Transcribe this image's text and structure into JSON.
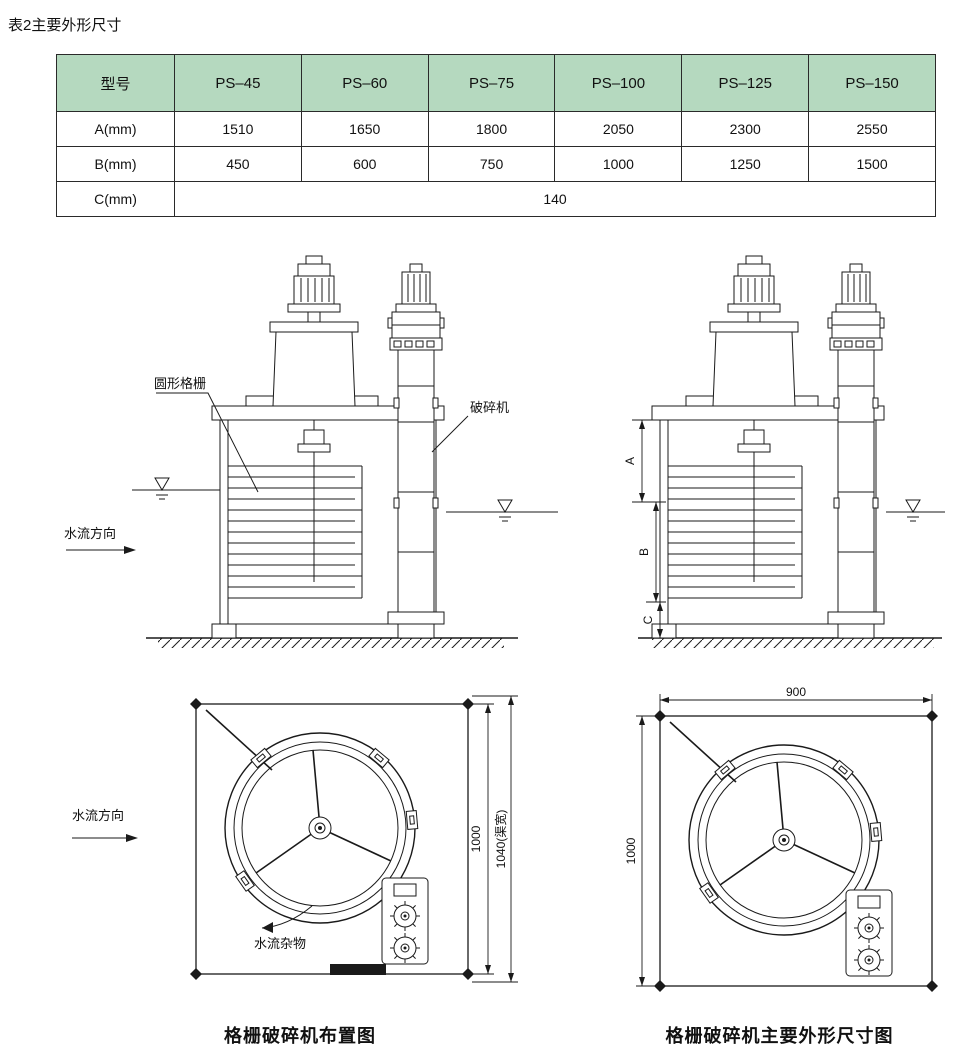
{
  "page": {
    "title": "表2主要外形尺寸"
  },
  "table": {
    "header_bg": "#b5d9bf",
    "headers": [
      "型号",
      "PS–45",
      "PS–60",
      "PS–75",
      "PS–100",
      "PS–125",
      "PS–150"
    ],
    "row_a": {
      "label": "A(mm)",
      "values": [
        "1510",
        "1650",
        "1800",
        "2050",
        "2300",
        "2550"
      ]
    },
    "row_b": {
      "label": "B(mm)",
      "values": [
        "450",
        "600",
        "750",
        "1000",
        "1250",
        "1500"
      ]
    },
    "row_c": {
      "label": "C(mm)",
      "value": "140"
    }
  },
  "elevation_layout": {
    "label_circular_grid": "圆形格栅",
    "label_crusher": "破碎机",
    "label_flow_direction": "水流方向"
  },
  "elevation_dims": {
    "dim_a": "A",
    "dim_b": "B",
    "dim_c": "C"
  },
  "plan_layout": {
    "label_flow_direction": "水流方向",
    "label_debris": "水流杂物",
    "dim_height": "1000",
    "dim_channel_width": "1040(渠宽)"
  },
  "plan_dims": {
    "dim_width": "900",
    "dim_height": "1000"
  },
  "captions": {
    "left": "格栅破碎机布置图",
    "right": "格栅破碎机主要外形尺寸图"
  }
}
